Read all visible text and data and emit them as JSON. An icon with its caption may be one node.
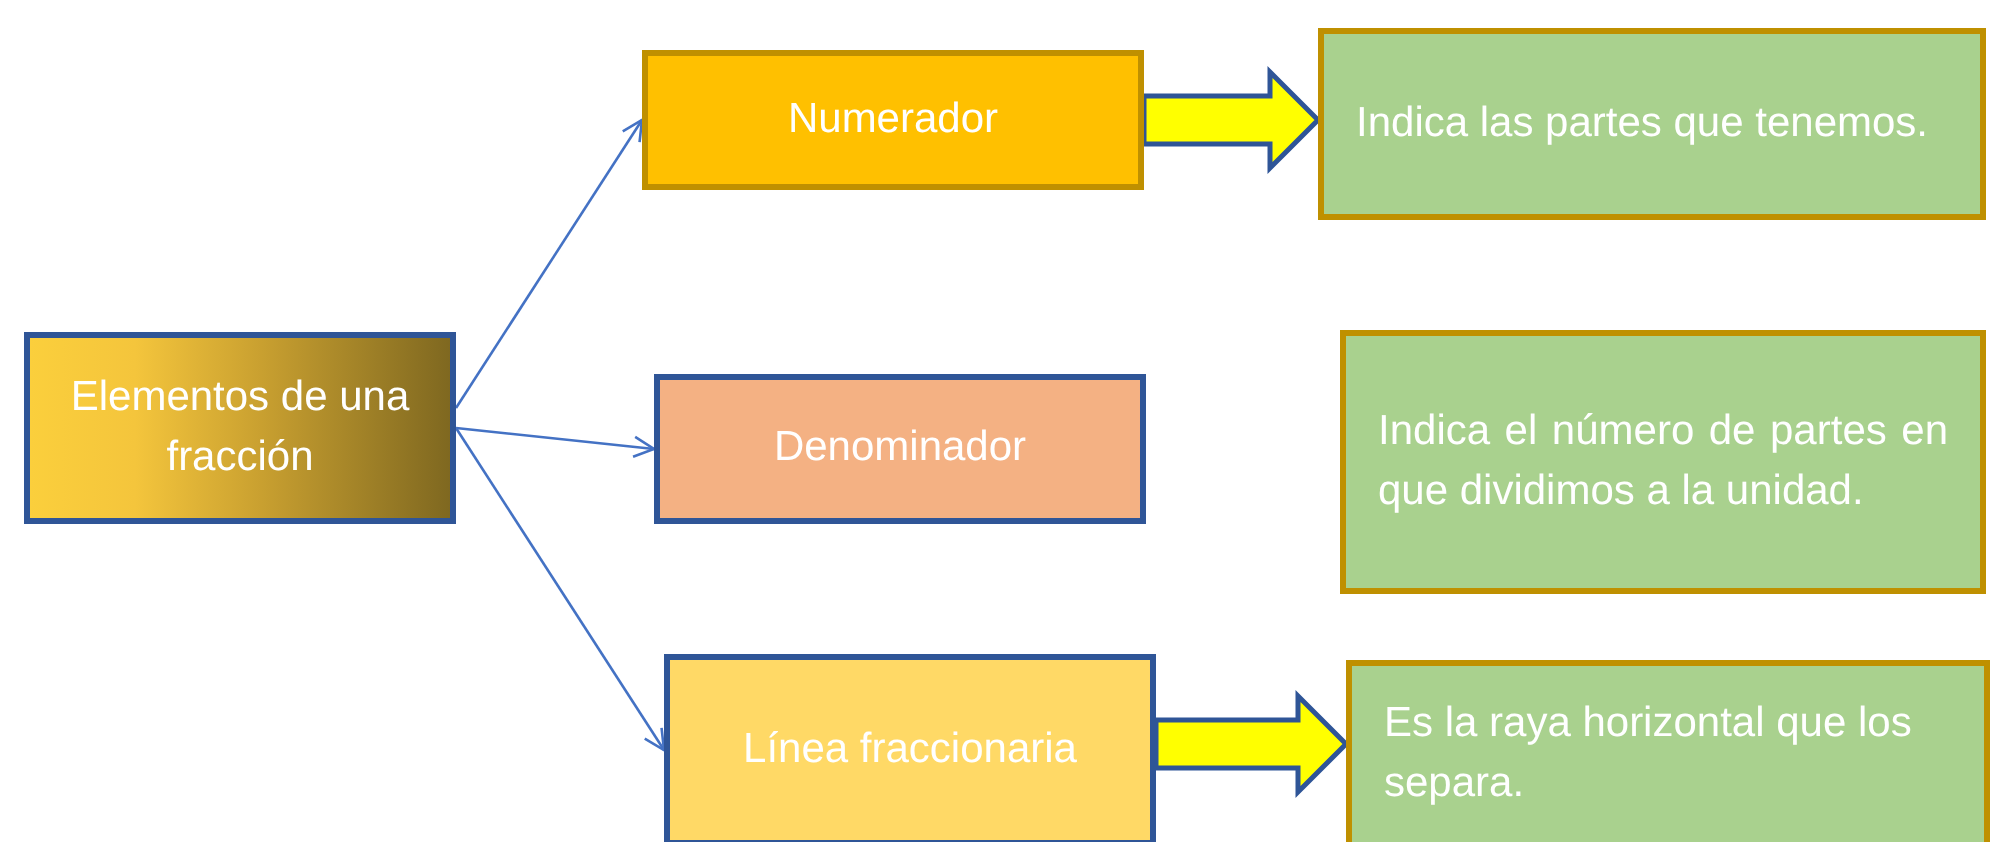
{
  "diagram": {
    "nodes": [
      {
        "text": [
          "Elementos de una fracción"
        ]
      },
      {
        "text": [
          "Numerador"
        ]
      },
      {
        "text": [
          "Denominador"
        ]
      },
      {
        "text": [
          "Línea fraccionaria"
        ]
      },
      {
        "text": [
          "Indica las partes que tenemos."
        ]
      },
      {
        "text": [
          "Indica el número de partes en que dividimos a la unidad."
        ]
      },
      {
        "text": [
          "Es la raya horizontal que los separa."
        ]
      }
    ],
    "edges": [
      {
        "from": 0,
        "to": 1,
        "arrow": "to"
      },
      {
        "from": 0,
        "to": 2,
        "arrow": "to"
      },
      {
        "from": 0,
        "to": 3,
        "arrow": "to"
      },
      {
        "from": 1,
        "to": 4,
        "arrow": "to",
        "style": "thick",
        "color": "#ffff00"
      },
      {
        "from": 3,
        "to": 6,
        "arrow": "to",
        "style": "thick",
        "color": "#ffff00"
      }
    ]
  }
}
